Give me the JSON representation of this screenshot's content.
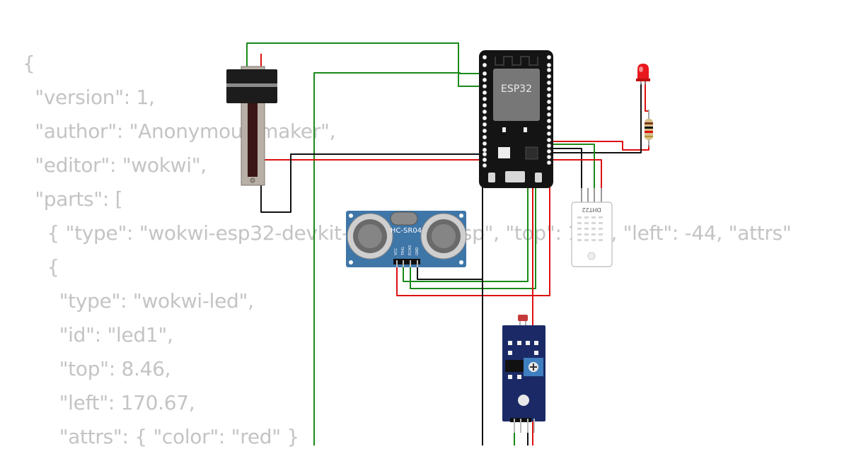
{
  "diagram_json_lines": [
    "{",
    "  \"version\": 1,",
    "  \"author\": \"Anonymous maker\",",
    "  \"editor\": \"wokwi\",",
    "  \"parts\": [",
    "    { \"type\": \"wokwi-esp32-devkit-v1\", \"id\": \"esp\", \"top\": 1.67, \"left\": -44, \"attrs\"",
    "    {",
    "      \"type\": \"wokwi-led\",",
    "      \"id\": \"led1\",",
    "      \"top\": 8.46,",
    "      \"left\": 170.67,",
    "      \"attrs\": { \"color\": \"red\" }"
  ],
  "labels": {
    "esp32": "ESP32",
    "ultrasonic": "HC-SR04",
    "dht": "DHT22",
    "ultrasonic_pins": [
      "VCC",
      "TRIG",
      "ECHO",
      "GND"
    ]
  },
  "colors": {
    "wire_green": "#1a8a1a",
    "wire_red": "#dd1111",
    "wire_black": "#111111",
    "board_black": "#141414",
    "ultrasonic_blue": "#3f76a8",
    "ldr_module_navy": "#1b2a66",
    "led_red": "#e8181c",
    "code_gray": "#c4c4c4"
  },
  "icons": [
    "esp32-board-icon",
    "slide-potentiometer-icon",
    "hc-sr04-sensor-icon",
    "dht22-sensor-icon",
    "led-icon",
    "resistor-icon",
    "ldr-module-icon"
  ]
}
